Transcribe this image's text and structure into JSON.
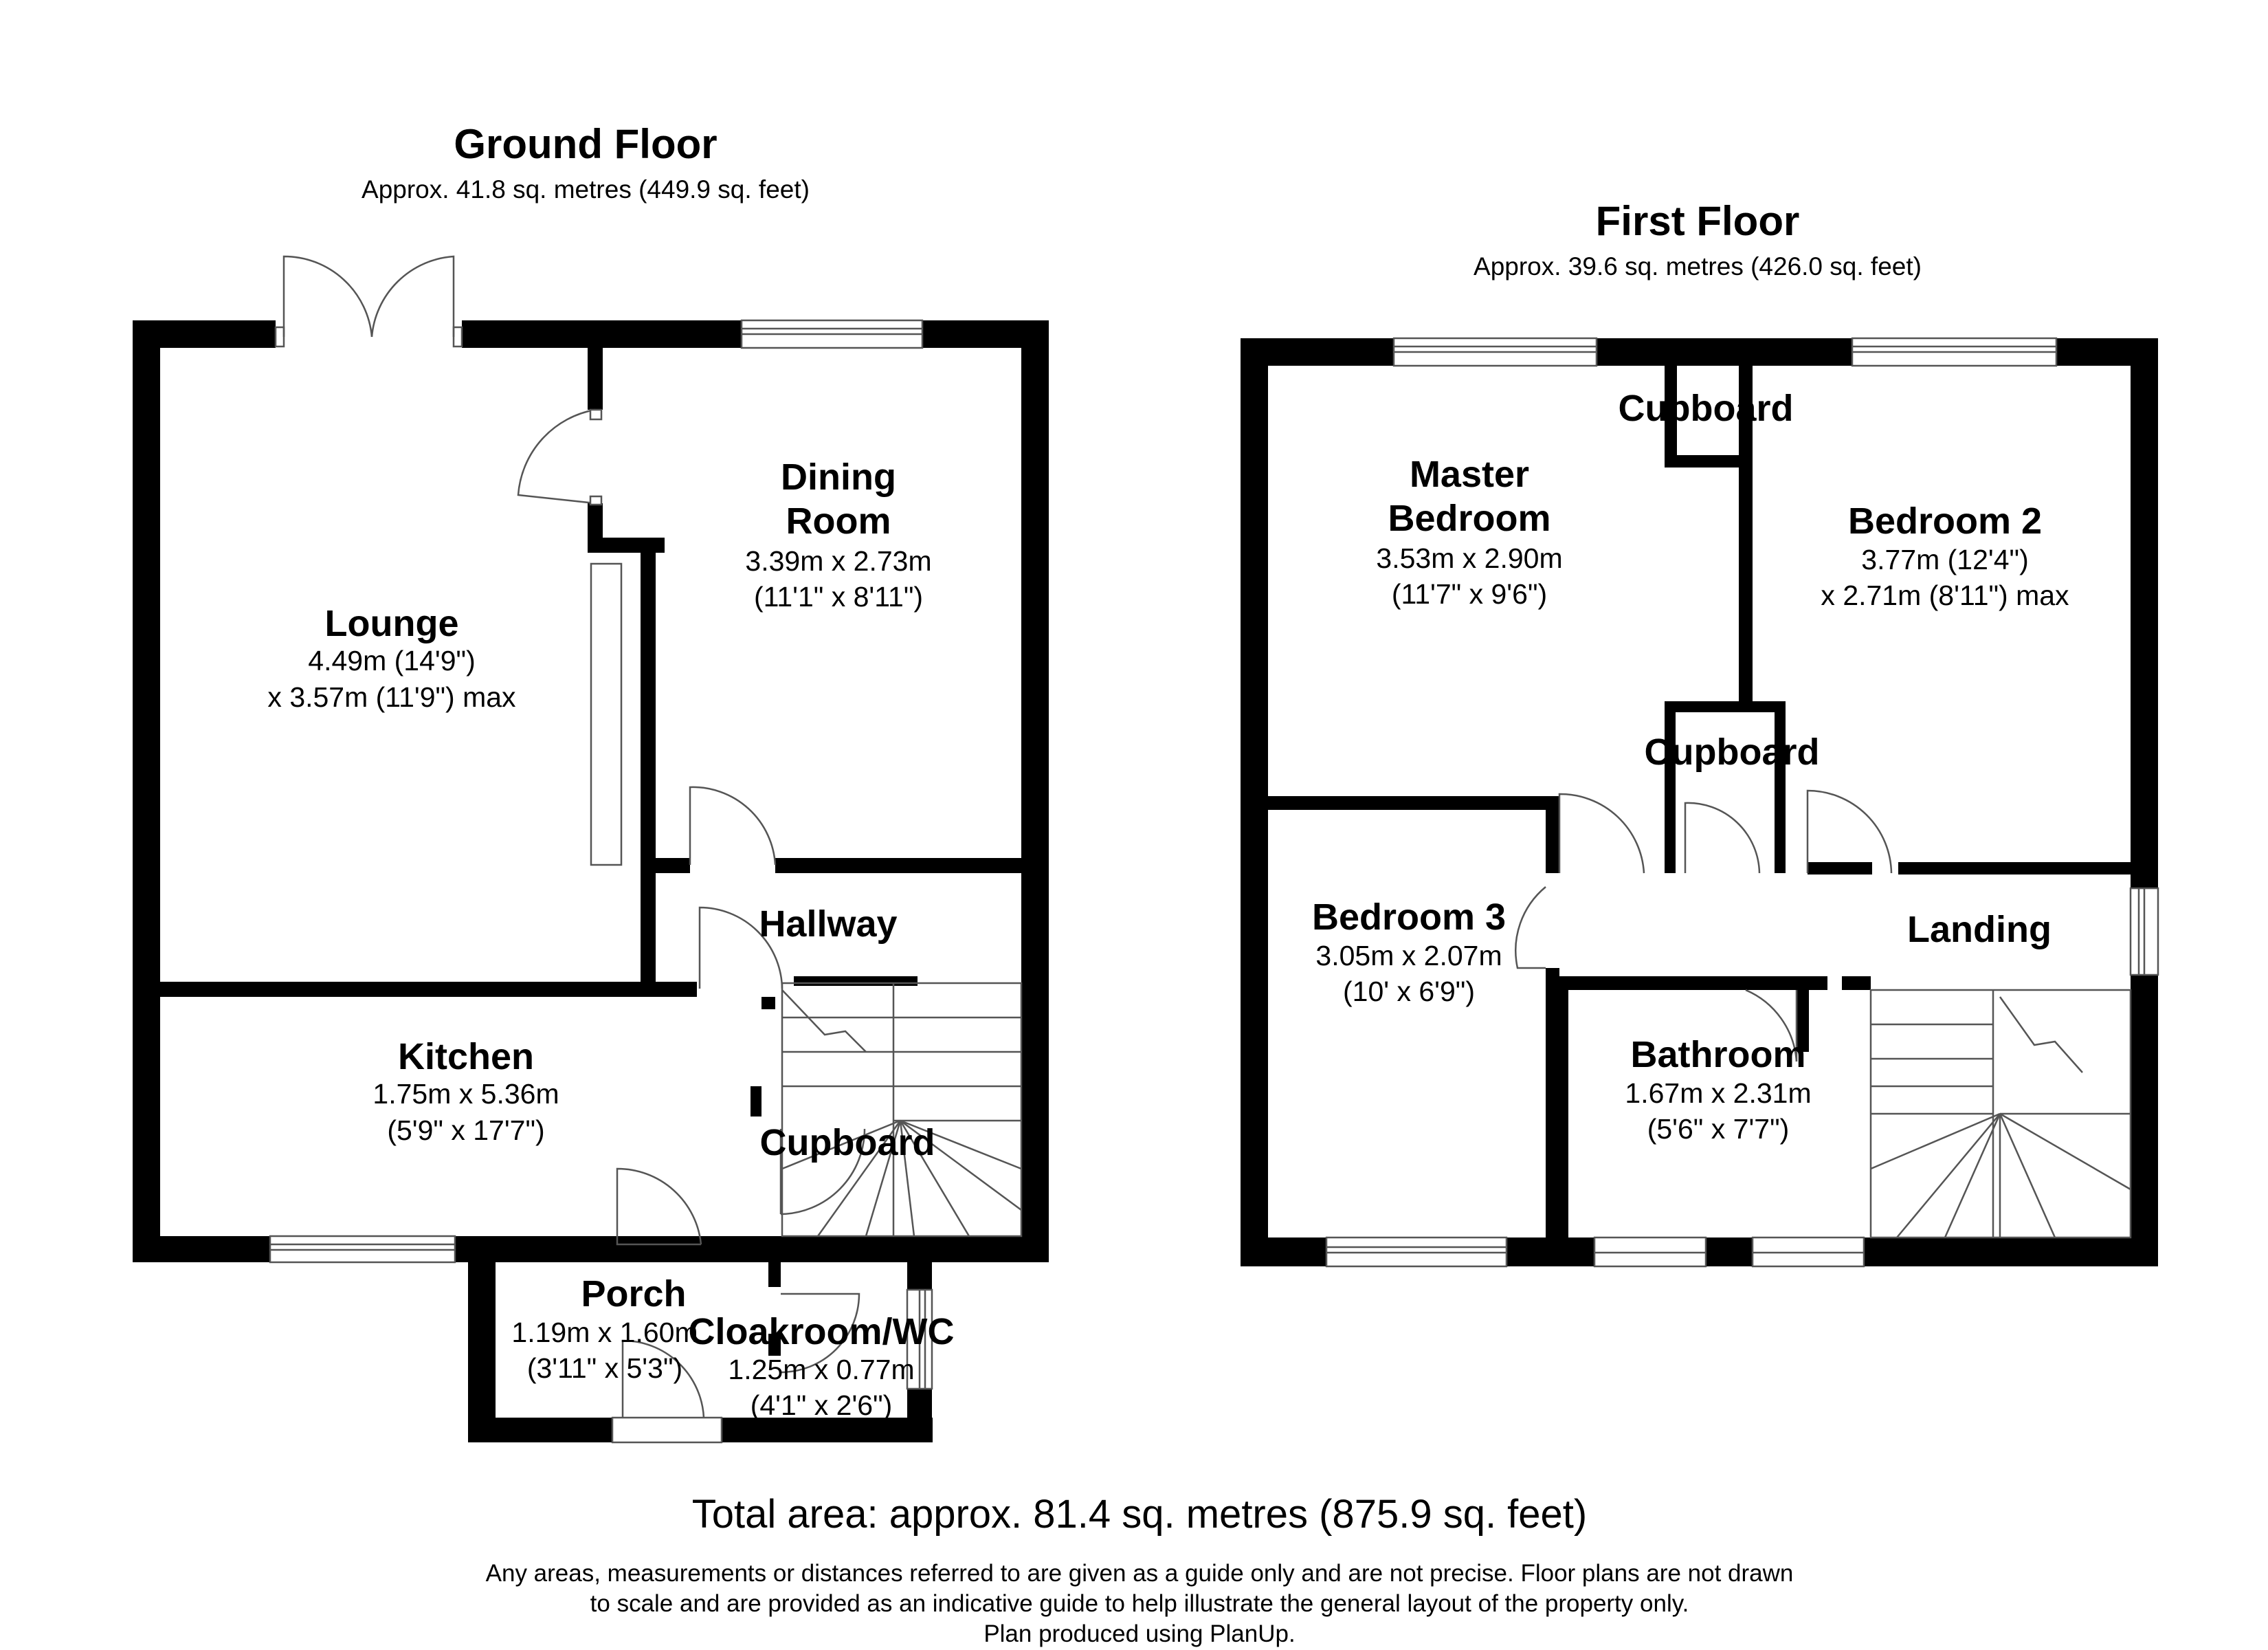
{
  "ground_floor": {
    "title": "Ground Floor",
    "area": "Approx. 41.8 sq. metres (449.9 sq. feet)",
    "rooms": {
      "lounge": {
        "name": "Lounge",
        "dim1": "4.49m (14'9\")",
        "dim2": "x 3.57m (11'9\") max"
      },
      "dining": {
        "name1": "Dining",
        "name2": "Room",
        "dim1": "3.39m x 2.73m",
        "dim2": "(11'1\" x 8'11\")"
      },
      "hallway": {
        "name": "Hallway"
      },
      "kitchen": {
        "name": "Kitchen",
        "dim1": "1.75m x 5.36m",
        "dim2": "(5'9\" x 17'7\")"
      },
      "cupboard": {
        "name": "Cupboard"
      },
      "porch": {
        "name": "Porch",
        "dim1": "1.19m x 1.60m",
        "dim2": "(3'11\" x 5'3\")"
      },
      "cloakroom": {
        "name": "Cloakroom/WC",
        "dim1": "1.25m x 0.77m",
        "dim2": "(4'1\" x 2'6\")"
      }
    }
  },
  "first_floor": {
    "title": "First Floor",
    "area": "Approx. 39.6 sq. metres (426.0 sq. feet)",
    "rooms": {
      "master": {
        "name1": "Master",
        "name2": "Bedroom",
        "dim1": "3.53m x 2.90m",
        "dim2": "(11'7\" x 9'6\")"
      },
      "cupboard_top": {
        "name": "Cupboard"
      },
      "bedroom2": {
        "name": "Bedroom 2",
        "dim1": "3.77m (12'4\")",
        "dim2": "x 2.71m (8'11\") max"
      },
      "cupboard_mid": {
        "name": "Cupboard"
      },
      "bedroom3": {
        "name": "Bedroom 3",
        "dim1": "3.05m x 2.07m",
        "dim2": "(10' x 6'9\")"
      },
      "landing": {
        "name": "Landing"
      },
      "bathroom": {
        "name": "Bathroom",
        "dim1": "1.67m x 2.31m",
        "dim2": "(5'6\" x 7'7\")"
      }
    }
  },
  "footer": {
    "total": "Total area: approx. 81.4 sq. metres (875.9 sq. feet)",
    "disclaimer_1": "Any areas, measurements or distances referred to are given as a guide only and are not precise. Floor plans are not drawn",
    "disclaimer_2": "to scale and are provided as an indicative guide to help illustrate the general layout of the property only.",
    "disclaimer_3": "Plan produced using PlanUp."
  },
  "colors": {
    "wall": "#000000",
    "background": "#ffffff",
    "line": "#555555"
  }
}
